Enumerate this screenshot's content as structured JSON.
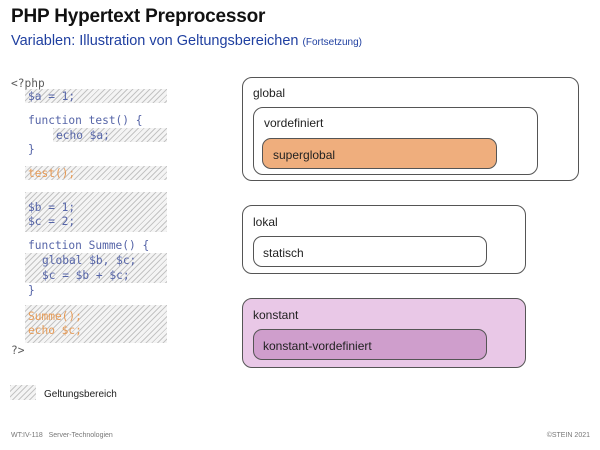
{
  "header": {
    "title": "PHP Hypertext Preprocessor",
    "subtitle": "Variablen: Illustration von Geltungsbereichen",
    "subtitle_note": "(Fortsetzung)"
  },
  "code": {
    "open_tag": "<?php",
    "a_assign": "$a = 1;",
    "func_test": "function test() {",
    "echo_a": "echo $a;",
    "close_brace_1": "}",
    "call_test": "test();",
    "b_assign": "$b = 1;",
    "c_assign": "$c = 2;",
    "func_summe": "function Summe() {",
    "global_decl": "global $b, $c;",
    "c_sum": "$c = $b + $c;",
    "close_brace_2": "}",
    "call_summe": "Summe();",
    "echo_c": "echo $c;",
    "close_tag": "?>"
  },
  "scopes": {
    "global": "global",
    "vordefiniert": "vordefiniert",
    "superglobal": "superglobal",
    "lokal": "lokal",
    "statisch": "statisch",
    "konstant": "konstant",
    "konstant_vordefiniert": "konstant-vordefiniert"
  },
  "colors": {
    "superglobal_fill": "#efae7d",
    "konstant_fill": "#e9c8e7",
    "konstant_vordefiniert_fill": "#cf9ecc",
    "subtitle": "#1f3fa0",
    "code_keyword": "#5665a8",
    "code_call": "#e69a55"
  },
  "legend": {
    "label": "Geltungsbereich",
    "icon": "hatch-pattern-icon"
  },
  "footer": {
    "left": "WT:IV-118   Server-Technologien",
    "right": "©STEIN 2021"
  }
}
